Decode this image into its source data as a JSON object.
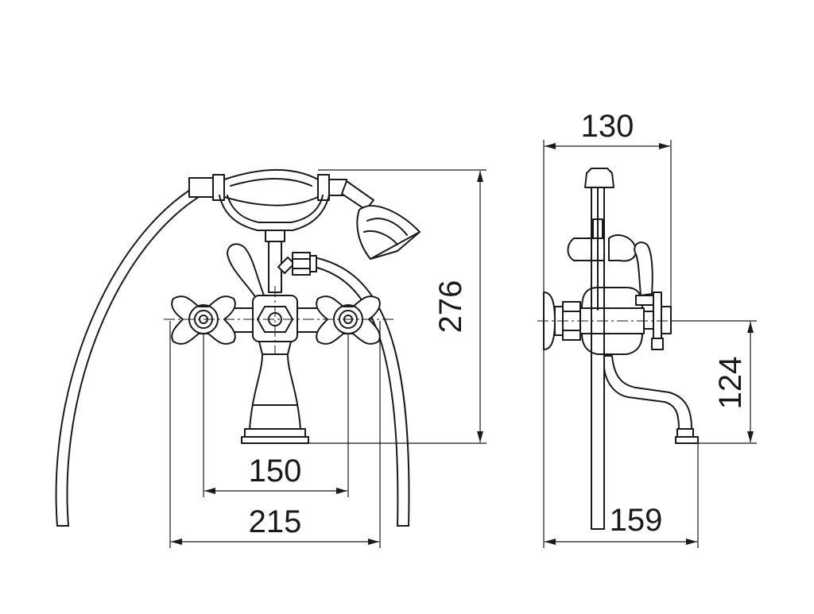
{
  "dimensions": {
    "front_height": "276",
    "hole_spacing": "150",
    "overall_width": "215",
    "side_depth": "130",
    "outlet_height": "124",
    "spout_reach": "159"
  },
  "colors": {
    "line": "#1a1a1a",
    "background": "#ffffff"
  }
}
